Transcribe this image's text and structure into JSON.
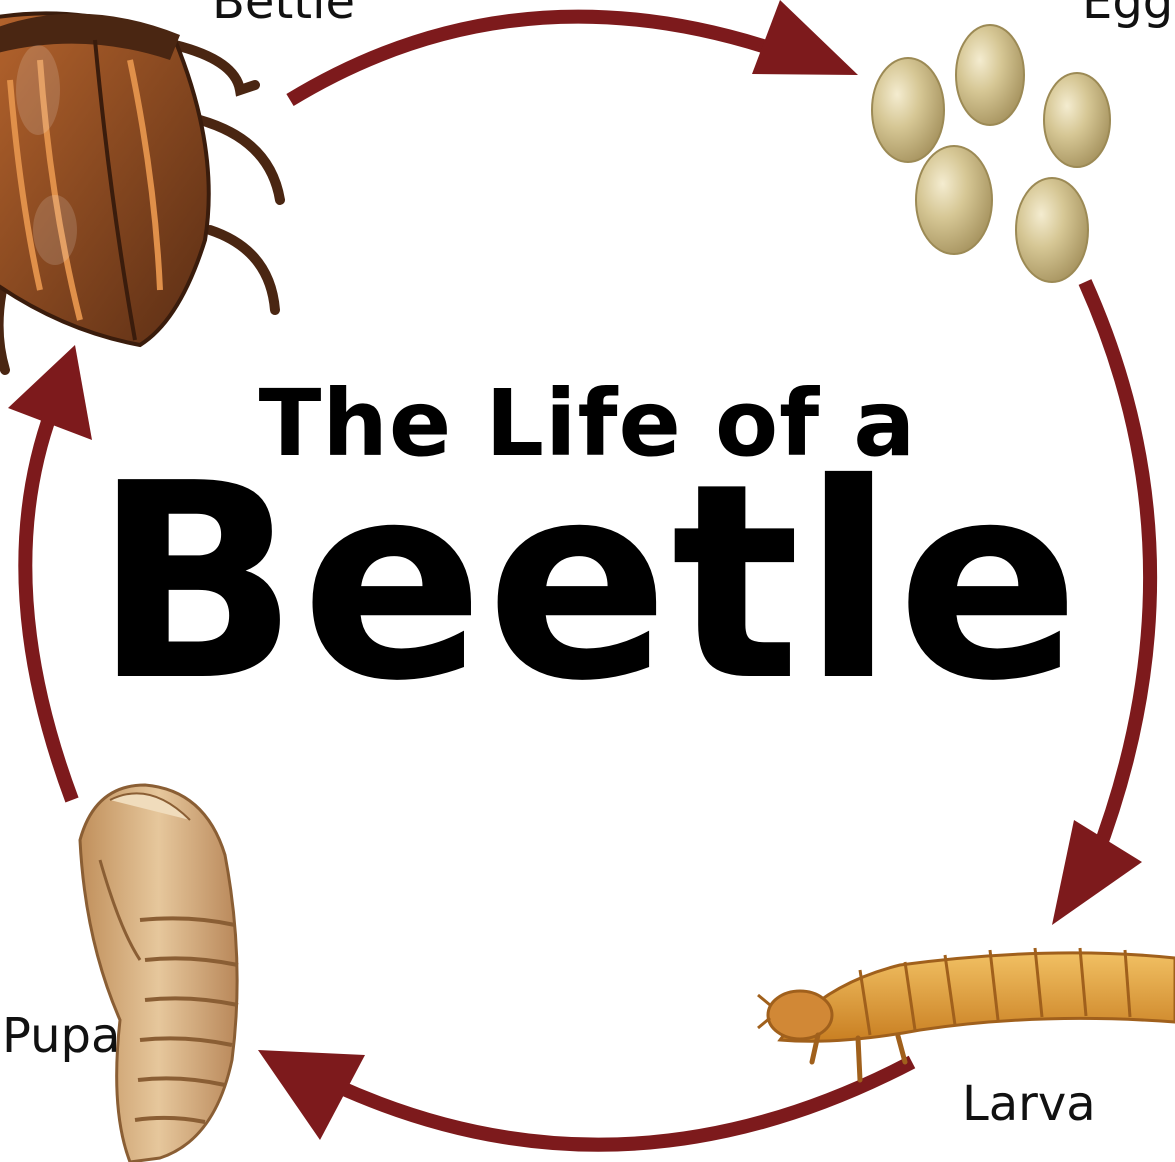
{
  "title": {
    "line1": "The Life of a",
    "line2": "Beetle"
  },
  "stages": {
    "adult": "Bettle",
    "eggs": "Eggs",
    "larva": "Larva",
    "pupa": "Pupa"
  },
  "colors": {
    "arrow": "#7d1a1c",
    "egg": "#c4b37c",
    "beetle": "#8a4a22",
    "larva": "#d9952d",
    "pupa": "#d4a976"
  }
}
